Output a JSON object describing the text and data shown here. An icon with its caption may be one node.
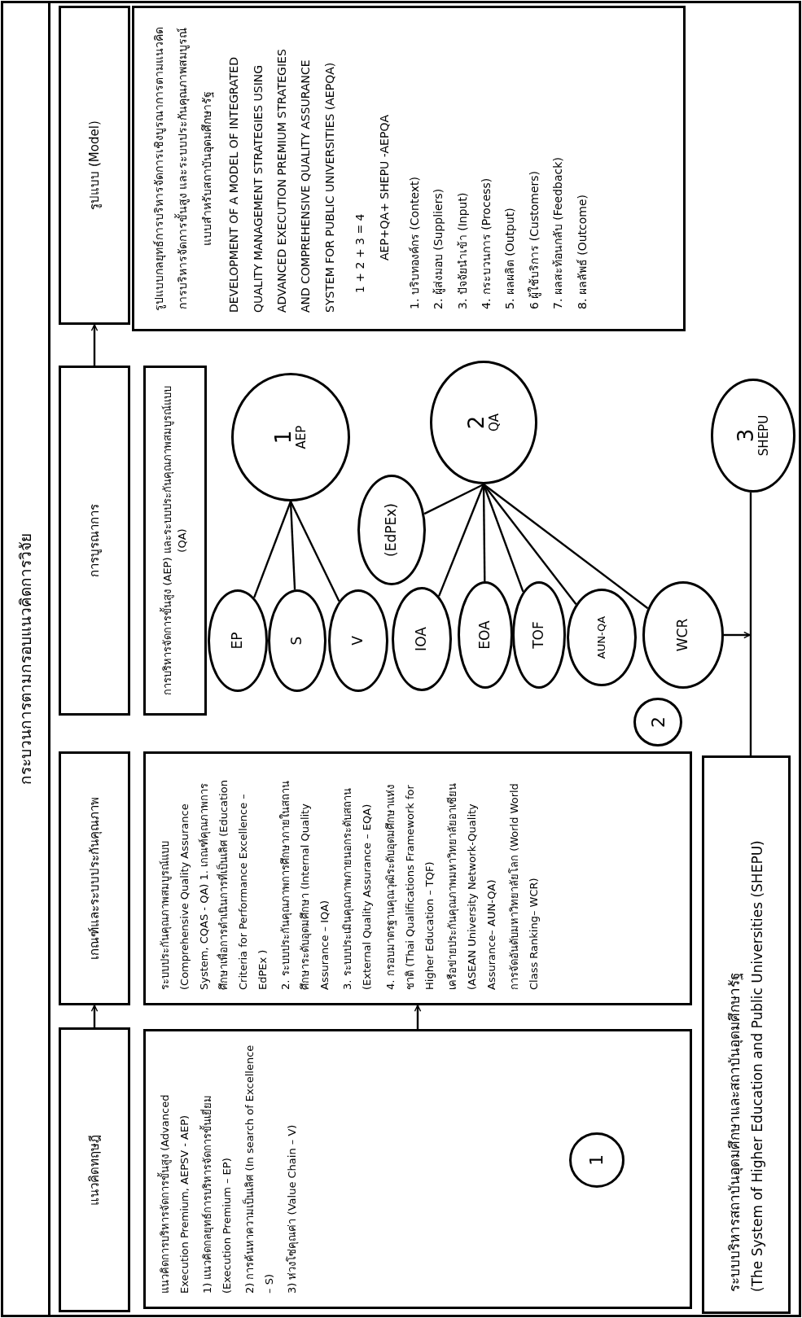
{
  "diagram": {
    "title": "กระบวนการตามกรอบแนวคิดการวิจัย",
    "nodes": [
      {
        "text": [
          "แนวคิดทฤษฎี"
        ]
      },
      {
        "text": [
          "เกณฑ์และระบบประกันคุณภาพ"
        ]
      },
      {
        "text": [
          "การบูรณาการ"
        ]
      },
      {
        "text": [
          "รูปแบบ (Model)"
        ]
      },
      {
        "text": [
          "แนวคิดการบริหารจัดการขั้นสูง (Advanced Execution Premium, AEPSV - AEP)",
          "1) แนวคิดกลยุทธ์การบริหารจัดการขั้นเยี่ยม (Execution Premium – EP)",
          "2) การค้นหาความเป็นเลิศ (In search of Excellence – S)",
          "3) ห่วงโซ่คุณค่า (Value Chain – V)"
        ]
      },
      {
        "text": [
          "1"
        ],
        "in": 4
      },
      {
        "text": [
          "ระบบประกันคุณภาพสมบูรณ์แบบ (Comprehensive Quality Assurance System,  CQAS - QA) 1. เกณฑ์คุณภาพการศึกษาเพื่อการดำเนินการที่เป็นเลิศ (Education Criteria for Performance Excellence – EdPEx )",
          "2. ระบบประกันคุณภาพการศึกษาภายในสถานศึกษาระดับอุดมศึกษา (Internal Quality Assurance – IQA)",
          "3. ระบบประเมินคุณภาพภายนอกระดับสถาน (External Quality Assurance – EQA)",
          "4. กรอบมาตรฐานคุณวุฒิระดับอุดมศึกษาแห่งชาติ (Thai Qualifications Framework for Higher Education – TQF)",
          "เครือข่ายประกันคุณภาพมหาวิทยาลัยอาเซียน (ASEAN University Network-Quality Assurance– AUN-QA)",
          "การจัดอันดับมหาวิทยาลัยโลก (World World Class Ranking– WCR)"
        ]
      },
      {
        "text": [
          "การบริหารจัดการขั้นสูง (AEP) และระบบประกันคุณภาพสมบูรณ์แบบ (QA)"
        ]
      },
      {
        "text": [
          "รูปแบบกลยุทธ์การบริหารจัดการเชิงบูรณาการตามแนวคิดการบริหารจัดการขั้นสูง และระบบประกันคุณภาพสมบูรณ์แบบสำหรับสถาบันอุดมศึกษารัฐ",
          "DEVELOPMENT OF A MODEL OF INTEGRATED QUALITY MANAGEMENT STRATEGIES USING ADVANCED EXECUTION PREMIUM STRATEGIES AND COMPREHENSIVE QUALITY ASSURANCE SYSTEM FOR PUBLIC UNIVERSITIES (AEPQA)",
          "1 + 2 + 3 = 4",
          "AEP+QA+ SHEPU -AEPQA",
          "1. บริบทองค์กร (Context)",
          "2. ผู้ส่งมอบ (Suppliers)",
          "3. ปัจจัยนำเข้า (Input)",
          "4. กระบวนการ (Process)",
          "5. ผลผลิต (Output)",
          "6 ผู้ใช้บริการ (Customers)",
          "7. ผลสะท้อนกลับ (Feedback)",
          "8. ผลลัพธ์ (Outcome)"
        ]
      },
      {
        "text": [
          "1",
          "AEP"
        ]
      },
      {
        "text": [
          "EP"
        ]
      },
      {
        "text": [
          "S"
        ]
      },
      {
        "text": [
          "V"
        ]
      },
      {
        "text": [
          "2",
          "QA"
        ]
      },
      {
        "text": [
          "(EdPEx)"
        ]
      },
      {
        "text": [
          "IOA"
        ]
      },
      {
        "text": [
          "EOA"
        ]
      },
      {
        "text": [
          "TOF"
        ]
      },
      {
        "text": [
          "AUN-QA"
        ]
      },
      {
        "text": [
          "WCR"
        ]
      },
      {
        "text": [
          "2"
        ]
      },
      {
        "text": [
          "3",
          "SHEPU"
        ]
      },
      {
        "text": [
          "ระบบบริหารสถาบันอุดมศึกษาและสถาบันอุดมศึกษารัฐ",
          "(The System of Higher Education and Public Universities (SHEPU)"
        ]
      }
    ],
    "edges": [
      {
        "from": 0,
        "to": 1,
        "arrow": "to"
      },
      {
        "from": 2,
        "to": 3,
        "arrow": "to"
      },
      {
        "from": 4,
        "to": 6,
        "arrow": "to"
      },
      {
        "from": 9,
        "to": 10,
        "arrow": "none"
      },
      {
        "from": 9,
        "to": 11,
        "arrow": "none"
      },
      {
        "from": 9,
        "to": 12,
        "arrow": "none"
      },
      {
        "from": 13,
        "to": 14,
        "arrow": "none"
      },
      {
        "from": 13,
        "to": 15,
        "arrow": "none"
      },
      {
        "from": 13,
        "to": 16,
        "arrow": "none"
      },
      {
        "from": 13,
        "to": 17,
        "arrow": "none"
      },
      {
        "from": 13,
        "to": 18,
        "arrow": "none"
      },
      {
        "from": 13,
        "to": 19,
        "arrow": "none"
      },
      {
        "from": 19,
        "to": null,
        "arrow": "to"
      },
      {
        "from": 21,
        "to": 22,
        "arrow": "none"
      }
    ]
  }
}
